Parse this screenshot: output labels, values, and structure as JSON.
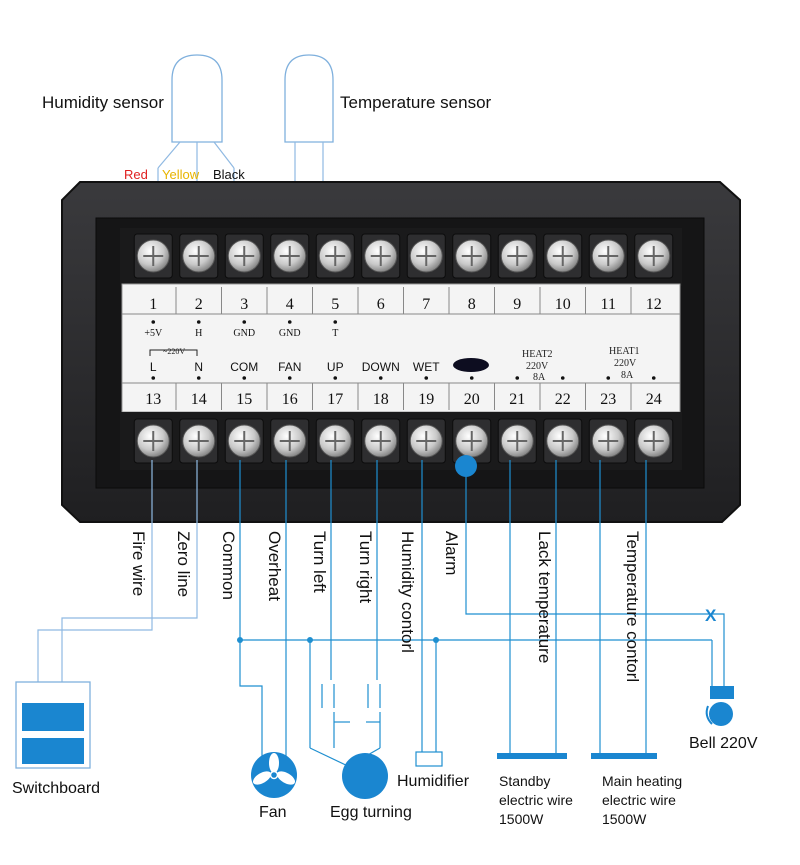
{
  "sensors": {
    "humidity": "Humidity sensor",
    "temperature": "Temperature sensor",
    "wire_red": "Red",
    "wire_yellow": "Yellow",
    "wire_black": "Black"
  },
  "colors": {
    "panel": "#2b2b2d",
    "wire": "#1f8fd0",
    "red_label": "#e02020",
    "yellow_label": "#e8b400",
    "device": "#1a86d0"
  },
  "top_terminals": [
    {
      "num": "1",
      "label": "+5V"
    },
    {
      "num": "2",
      "label": "H"
    },
    {
      "num": "3",
      "label": "GND"
    },
    {
      "num": "4",
      "label": "GND"
    },
    {
      "num": "5",
      "label": "T"
    },
    {
      "num": "6",
      "label": ""
    },
    {
      "num": "7",
      "label": ""
    },
    {
      "num": "8",
      "label": ""
    },
    {
      "num": "9",
      "label": ""
    },
    {
      "num": "10",
      "label": ""
    },
    {
      "num": "11",
      "label": ""
    },
    {
      "num": "12",
      "label": ""
    }
  ],
  "bottom_terminals": [
    {
      "num": "13",
      "label": "L"
    },
    {
      "num": "14",
      "label": "N"
    },
    {
      "num": "15",
      "label": "COM"
    },
    {
      "num": "16",
      "label": "FAN"
    },
    {
      "num": "17",
      "label": "UP"
    },
    {
      "num": "18",
      "label": "DOWN"
    },
    {
      "num": "19",
      "label": "WET"
    },
    {
      "num": "20",
      "label": ""
    },
    {
      "num": "21",
      "label": ""
    },
    {
      "num": "22",
      "label": ""
    },
    {
      "num": "23",
      "label": ""
    },
    {
      "num": "24",
      "label": ""
    }
  ],
  "panel_labels": {
    "v220_span": "~220V",
    "heat2": "HEAT2",
    "heat2_v": "220V",
    "heat2_a": "8A",
    "heat1": "HEAT1",
    "heat1_v": "220V",
    "heat1_a": "8A"
  },
  "wire_labels": [
    "Fire wire",
    "Zero line",
    "Common",
    "Overheat",
    "Turn left",
    "Turn right",
    "Humidity contorl",
    "Alarm",
    "Lack temperature",
    "Temperature contorl"
  ],
  "devices": {
    "switchboard": "Switchboard",
    "fan": "Fan",
    "egg_turning": "Egg turning",
    "humidifier": "Humidifier",
    "standby_line1": "Standby",
    "standby_line2": "electric wire",
    "standby_line3": "1500W",
    "main_line1": "Main heating",
    "main_line2": "electric wire",
    "main_line3": "1500W",
    "bell": "Bell 220V",
    "x_mark": "X"
  }
}
